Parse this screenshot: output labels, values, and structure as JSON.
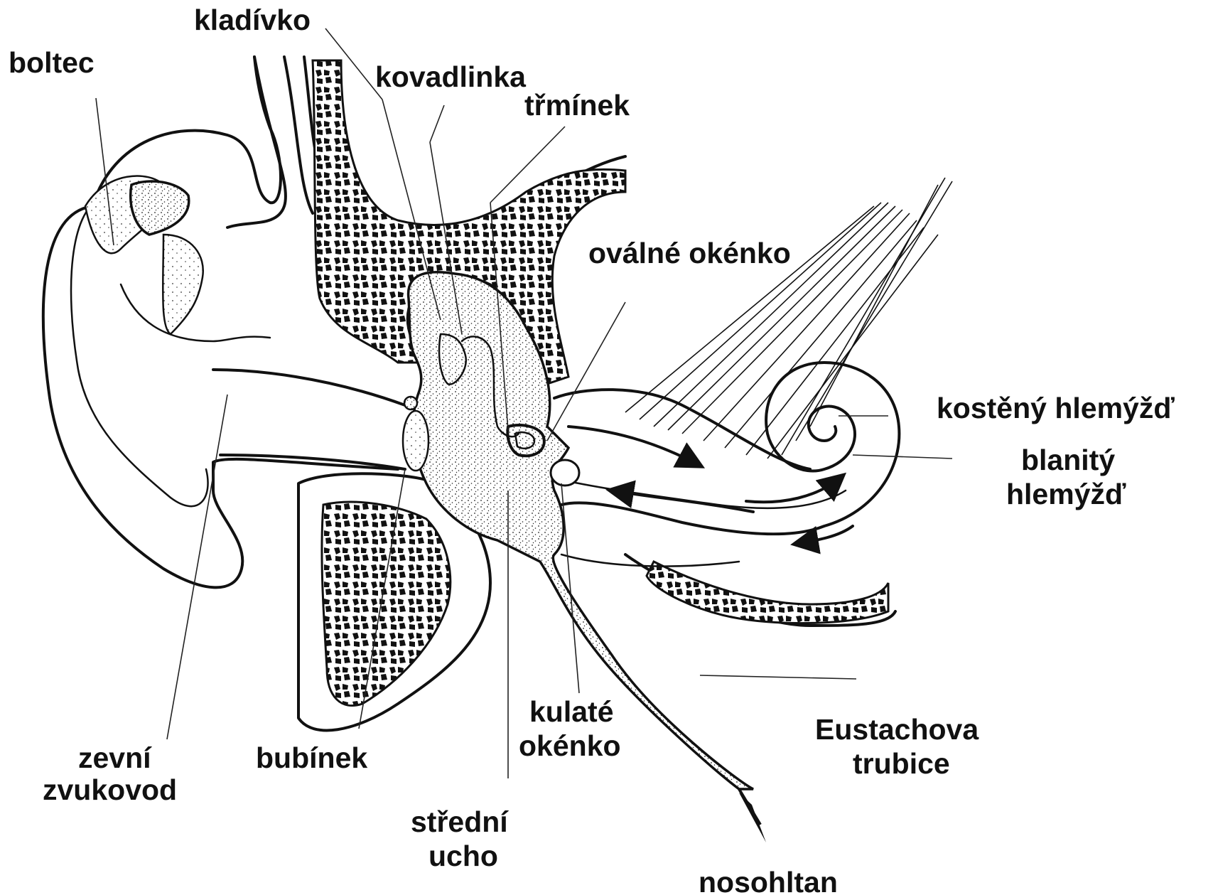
{
  "labels": {
    "boltec": "boltec",
    "kladivko": "kladívko",
    "kovadlinka": "kovadlinka",
    "trminek": "třmínek",
    "ovalne_okenko": "oválné okénko",
    "kosteny_hlemyzd": "kostěný hlemýžď",
    "blanity_1": "blanitý",
    "blanity_2": "hlemýžď",
    "zevni_1": "zevní",
    "zevni_2": "zvukovod",
    "bubinek": "bubínek",
    "kulate_1": "kulaté",
    "kulate_2": "okénko",
    "eustach_1": "Eustachova",
    "eustach_2": "trubice",
    "stredni_1": "střední",
    "stredni_2": "ucho",
    "nosohltan": "nosohltan"
  }
}
